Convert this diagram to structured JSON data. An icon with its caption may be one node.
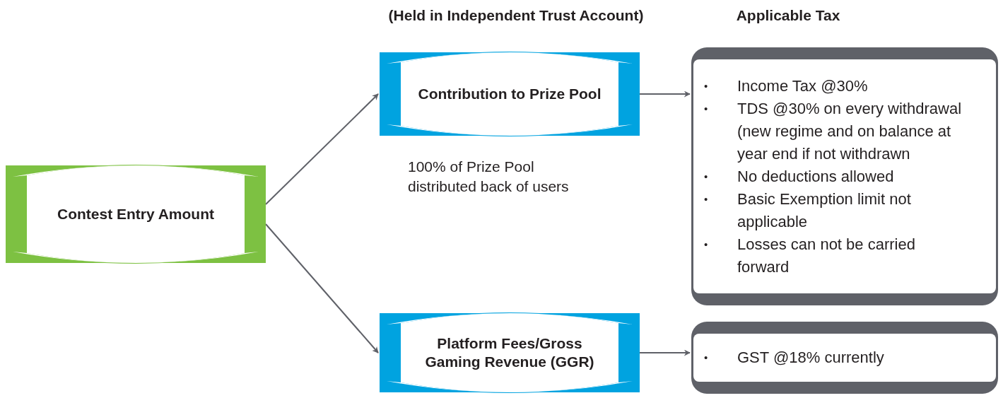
{
  "diagram": {
    "nodes": [
      {
        "text": [
          "Contest Entry Amount"
        ]
      },
      {
        "text": [
          "Contribution to Prize Pool"
        ],
        "beside": [
          "100% of Prize Pool distributed back of users"
        ]
      },
      {
        "text": [
          "•",
          "Income Tax @30%",
          "•",
          "TDS @30% on every withdrawal (new regime and on balance at year end if not withdrawn",
          "•",
          "No deductions allowed",
          "•",
          "Basic Exemption limit not applicable",
          "•",
          "Losses can not be carried forward"
        ]
      },
      {
        "text": [
          "Platform Fees/Gross Gaming Revenue (GGR)"
        ]
      },
      {
        "text": [
          "•",
          "GST @18% currently"
        ]
      }
    ],
    "edges": [
      {
        "from": 0,
        "to": 1,
        "arrow": "to"
      },
      {
        "from": 0,
        "to": 3,
        "arrow": "to"
      },
      {
        "from": 1,
        "to": 2,
        "arrow": "to"
      },
      {
        "from": 3,
        "to": 4,
        "arrow": "to"
      }
    ],
    "labels": [
      "(Held in Independent Trust Account)",
      "Applicable Tax"
    ]
  }
}
